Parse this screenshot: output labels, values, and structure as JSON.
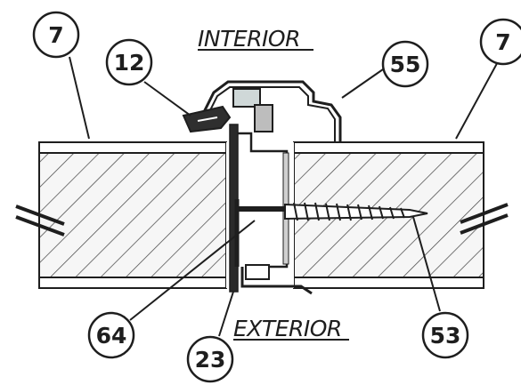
{
  "labels": {
    "interior": "INTERIOR",
    "exterior": "EXTERIOR"
  },
  "callouts": {
    "panel_left": "7",
    "panel_right": "7",
    "gasket": "12",
    "cap_profile": "55",
    "screw": "53",
    "spline": "64",
    "base_profile": "23"
  },
  "colors": {
    "ink": "#1e1e1e",
    "hatch": "#4a4a4a",
    "panel_fill": "#f4f4f4",
    "gasket_fill": "#2f2f2f"
  }
}
